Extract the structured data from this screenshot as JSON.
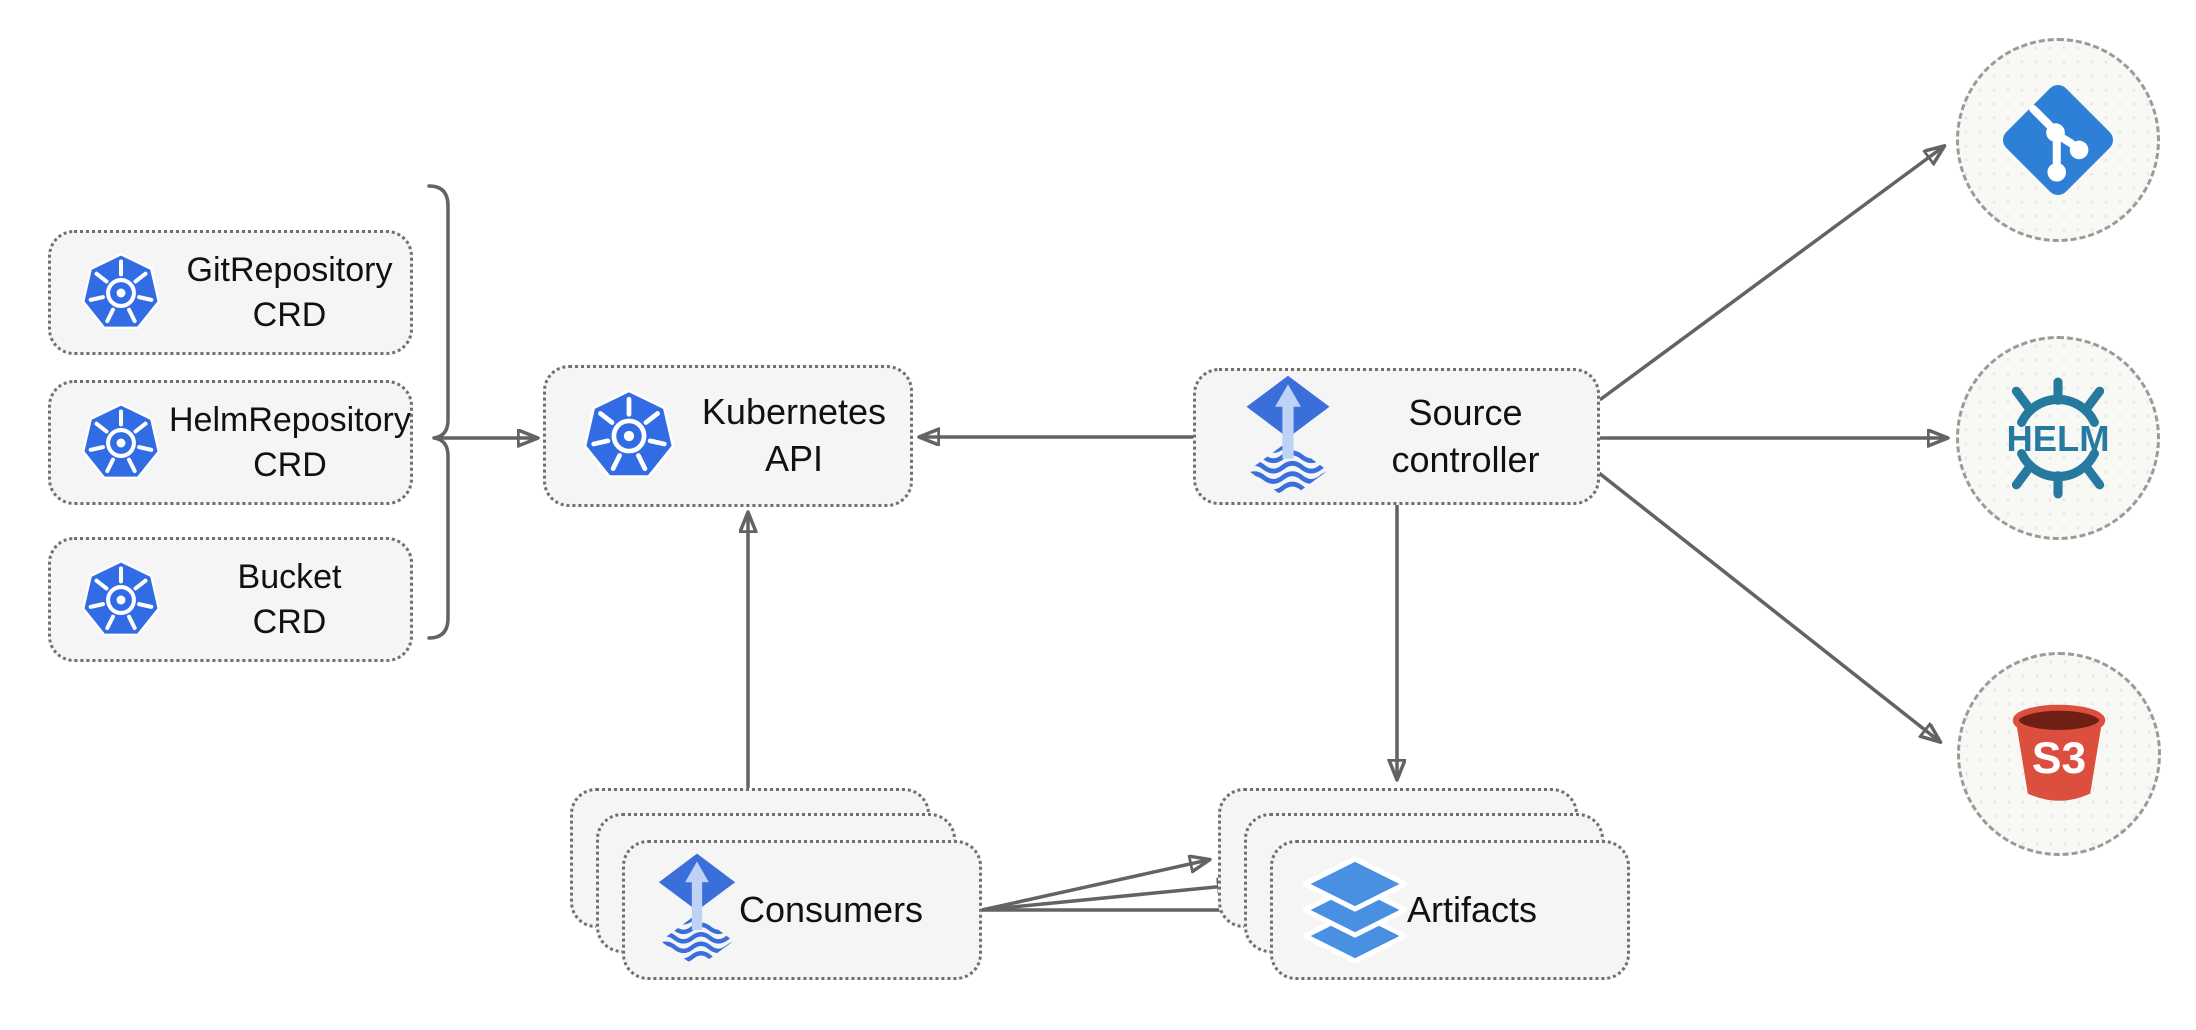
{
  "colors": {
    "node-fill": "#f5f5f5",
    "node-border": "#6f6f6f",
    "arrow": "#636363",
    "text": "#111111",
    "kubernetes-blue": "#326CE5",
    "flux-blue": "#3A6EDB",
    "flux-arrow-light": "#BDD2F4",
    "artifacts-blue": "#4A90E2",
    "helm-teal": "#277A9F",
    "s3-red": "#DC4E3D",
    "s3-dark": "#701F15",
    "git-blue": "#2E80D6"
  },
  "nodes": {
    "git_repository_crd": {
      "line1": "GitRepository",
      "line2": "CRD"
    },
    "helm_repository_crd": {
      "line1": "HelmRepository",
      "line2": "CRD"
    },
    "bucket_crd": {
      "line1": "Bucket",
      "line2": "CRD"
    },
    "kubernetes_api": {
      "label": "Kubernetes API"
    },
    "source_controller": {
      "line1": "Source",
      "line2": "controller"
    },
    "consumers": {
      "label": "Consumers"
    },
    "artifacts": {
      "label": "Artifacts"
    }
  },
  "icons": {
    "helm_text": "HELM",
    "s3_text": "S3"
  }
}
